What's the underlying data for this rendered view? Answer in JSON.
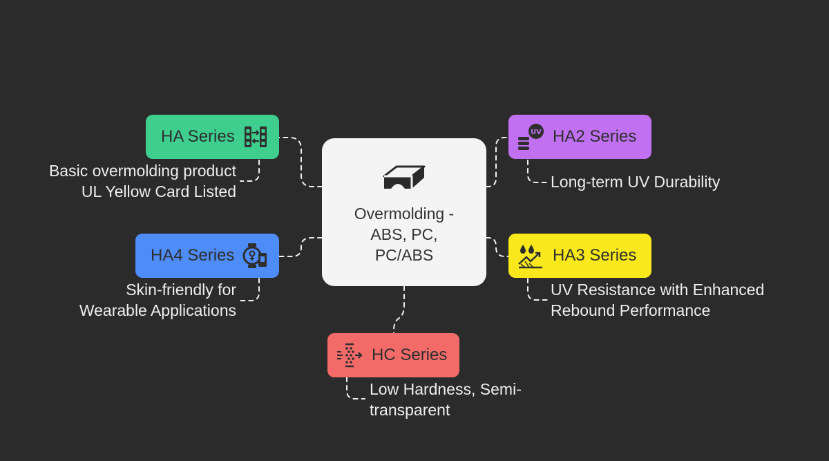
{
  "center": {
    "title": "Overmolding -\nABS, PC,\nPC/ABS",
    "icon": "box-icon"
  },
  "nodes": {
    "ha": {
      "label": "HA Series",
      "icon": "columns-arrows-icon",
      "color": "#3ecf8e",
      "description": "Basic overmolding product\nUL Yellow Card Listed"
    },
    "ha2": {
      "label": "HA2 Series",
      "icon": "uv-stack-icon",
      "color": "#c070f0",
      "description": "Long-term UV Durability"
    },
    "ha4": {
      "label": "HA4 Series",
      "icon": "smartwatch-gender-icon",
      "color": "#4e8cf7",
      "description": "Skin-friendly for\nWearable Applications"
    },
    "ha3": {
      "label": "HA3 Series",
      "icon": "drops-rebound-icon",
      "color": "#f8e81c",
      "description": "UV Resistance with Enhanced\nRebound Performance"
    },
    "hc": {
      "label": "HC Series",
      "icon": "filter-arrow-icon",
      "color": "#f36b68",
      "description": "Low Hardness, Semi-\ntransparent"
    }
  }
}
